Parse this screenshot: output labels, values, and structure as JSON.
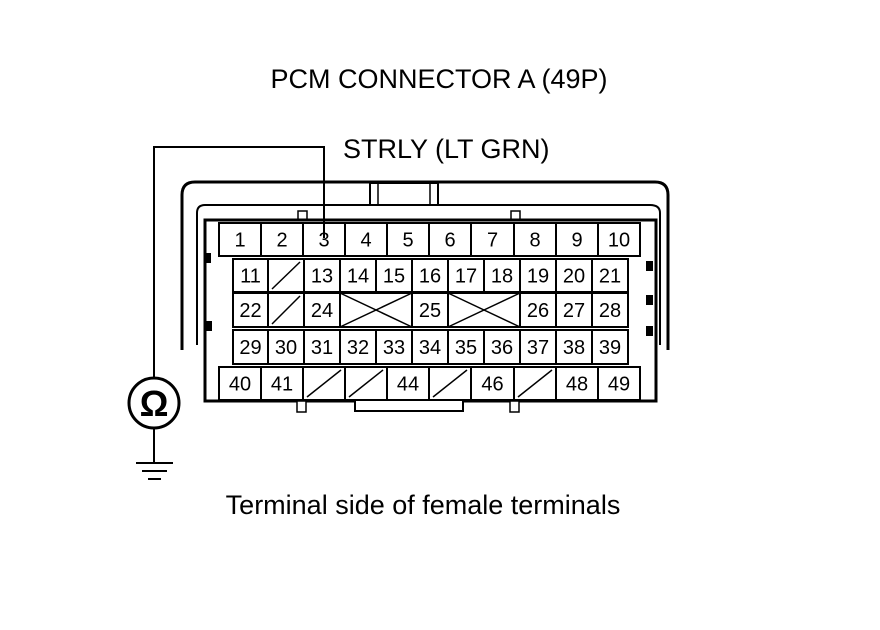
{
  "connector": {
    "title": "PCM CONNECTOR A (49P)",
    "wire_label": "STRLY (LT GRN)",
    "footer": "Terminal side of female terminals",
    "meter_symbol": "Ω",
    "row1": [
      "1",
      "2",
      "3",
      "4",
      "5",
      "6",
      "7",
      "8",
      "9",
      "10"
    ],
    "row2": [
      "11",
      "",
      "13",
      "14",
      "15",
      "16",
      "17",
      "18",
      "19",
      "20",
      "21"
    ],
    "row3": [
      "22",
      "",
      "24",
      "",
      "25",
      "",
      "26",
      "27",
      "28"
    ],
    "row4": [
      "29",
      "30",
      "31",
      "32",
      "33",
      "34",
      "35",
      "36",
      "37",
      "38",
      "39"
    ],
    "row5": [
      "40",
      "41",
      "",
      "",
      "44",
      "",
      "46",
      "",
      "48",
      "49"
    ]
  }
}
